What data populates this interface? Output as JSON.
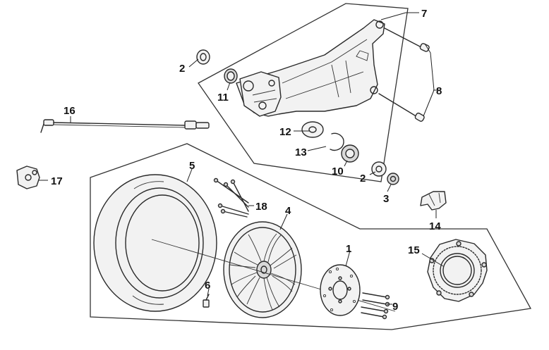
{
  "callouts": [
    {
      "id": "c1",
      "text": "1"
    },
    {
      "id": "c2a",
      "text": "2"
    },
    {
      "id": "c2b",
      "text": "2"
    },
    {
      "id": "c3",
      "text": "3"
    },
    {
      "id": "c4",
      "text": "4"
    },
    {
      "id": "c5",
      "text": "5"
    },
    {
      "id": "c6",
      "text": "6"
    },
    {
      "id": "c7",
      "text": "7"
    },
    {
      "id": "c8",
      "text": "8"
    },
    {
      "id": "c9",
      "text": "9"
    },
    {
      "id": "c10",
      "text": "10"
    },
    {
      "id": "c11",
      "text": "11"
    },
    {
      "id": "c12",
      "text": "12"
    },
    {
      "id": "c13",
      "text": "13"
    },
    {
      "id": "c14",
      "text": "14"
    },
    {
      "id": "c15",
      "text": "15"
    },
    {
      "id": "c16",
      "text": "16"
    },
    {
      "id": "c17",
      "text": "17"
    },
    {
      "id": "c18",
      "text": "18"
    }
  ]
}
